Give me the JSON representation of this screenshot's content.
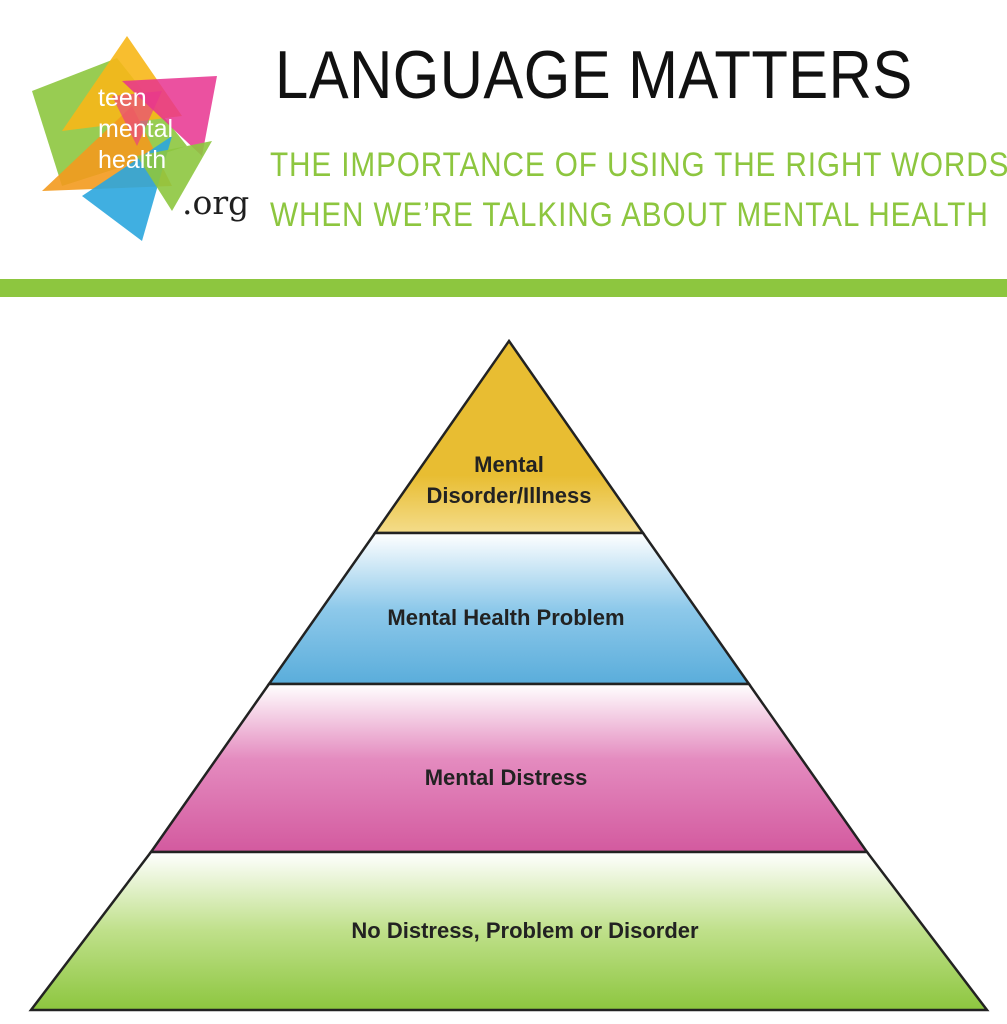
{
  "logo": {
    "line1": "teen",
    "line2": "mental",
    "line3": "health",
    "org": ".org"
  },
  "header": {
    "title": "LANGUAGE MATTERS",
    "subtitle_line1": "THE IMPORTANCE OF USING THE RIGHT WORDS",
    "subtitle_line2": "WHEN WE’RE TALKING ABOUT MENTAL HEALTH"
  },
  "colors": {
    "accent_green": "#8dc63f",
    "tier_illness": "#e8bd32",
    "tier_problem": "#5aaddb",
    "tier_distress": "#d35a9f",
    "tier_none": "#8dc63f"
  },
  "pyramid": {
    "tiers": [
      {
        "label_line1": "Mental",
        "label_line2": "Disorder/Illness"
      },
      {
        "label": "Mental Health Problem"
      },
      {
        "label": "Mental Distress"
      },
      {
        "label": "No Distress, Problem or Disorder"
      }
    ]
  }
}
